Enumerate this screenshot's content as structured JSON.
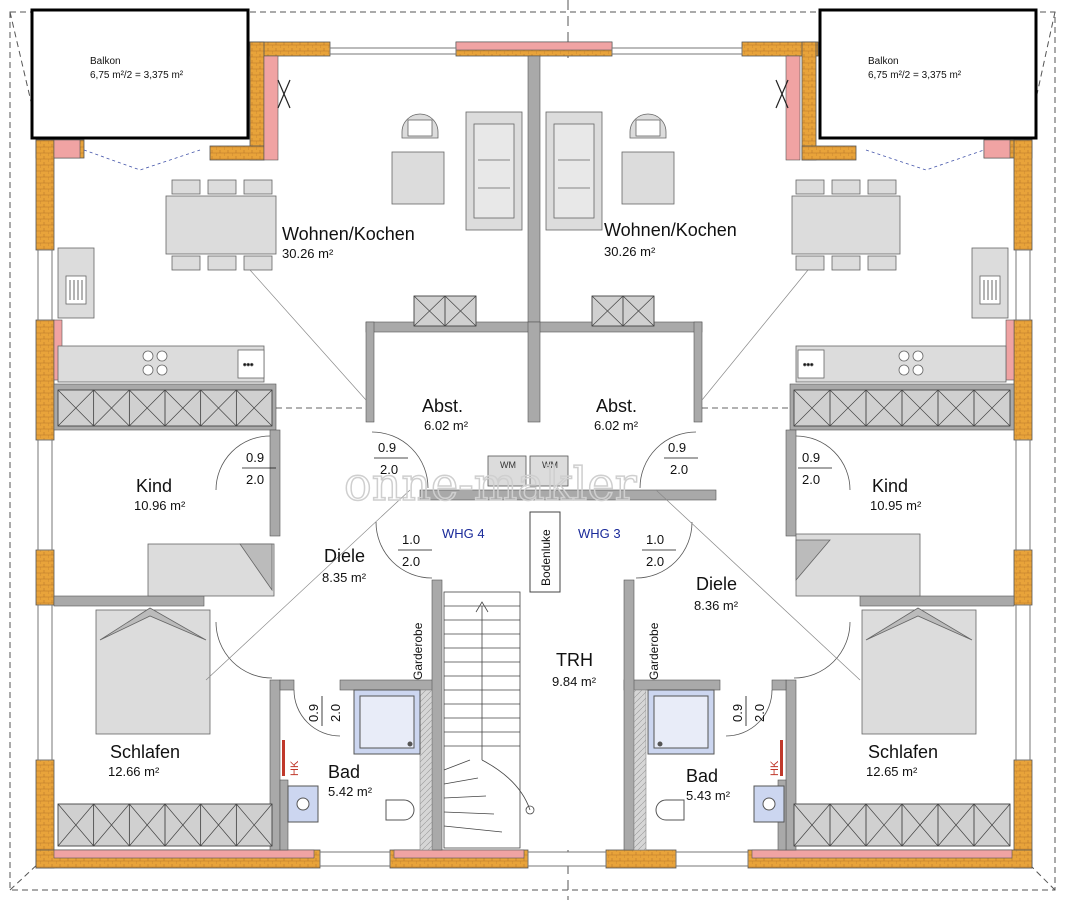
{
  "colors": {
    "brick": "#e8a33a",
    "concrete": "#f0a3a3",
    "wall": "#a9a9a9",
    "furniture": "#dcdcdc",
    "whg_label": "#1a2a9a",
    "hk_label": "#c0392b"
  },
  "balkon": {
    "left": {
      "name": "Balkon",
      "area": "6,75 m²/2 = 3,375 m²"
    },
    "right": {
      "name": "Balkon",
      "area": "6,75 m²/2 = 3,375 m²"
    }
  },
  "rooms": {
    "wohnen_left": {
      "name": "Wohnen/Kochen",
      "area": "30.26 m²"
    },
    "wohnen_right": {
      "name": "Wohnen/Kochen",
      "area": "30.26 m²"
    },
    "abst_left": {
      "name": "Abst.",
      "area": "6.02 m²"
    },
    "abst_right": {
      "name": "Abst.",
      "area": "6.02 m²"
    },
    "kind_left": {
      "name": "Kind",
      "area": "10.96 m²"
    },
    "kind_right": {
      "name": "Kind",
      "area": "10.95 m²"
    },
    "diele_left": {
      "name": "Diele",
      "area": "8.35 m²"
    },
    "diele_right": {
      "name": "Diele",
      "area": "8.36 m²"
    },
    "schlafen_left": {
      "name": "Schlafen",
      "area": "12.66 m²"
    },
    "schlafen_right": {
      "name": "Schlafen",
      "area": "12.65 m²"
    },
    "bad_left": {
      "name": "Bad",
      "area": "5.42 m²"
    },
    "bad_right": {
      "name": "Bad",
      "area": "5.43 m²"
    },
    "trh": {
      "name": "TRH",
      "area": "9.84 m²"
    }
  },
  "doors": {
    "abst_left": {
      "width": "0.9",
      "height": "2.0"
    },
    "abst_right": {
      "width": "0.9",
      "height": "2.0"
    },
    "kind_left": {
      "width": "0.9",
      "height": "2.0"
    },
    "kind_right": {
      "width": "0.9",
      "height": "2.0"
    },
    "entry_left": {
      "width": "1.0",
      "height": "2.0"
    },
    "entry_right": {
      "width": "1.0",
      "height": "2.0"
    },
    "bad_left": {
      "width": "0.9",
      "height": "2.0"
    },
    "bad_right": {
      "width": "0.9",
      "height": "2.0"
    }
  },
  "labels": {
    "whg4": "WHG 4",
    "whg3": "WHG 3",
    "bodenluke": "Bodenluke",
    "garderobe_left": "Garderobe",
    "garderobe_right": "Garderobe",
    "hk_left": "HK",
    "hk_right": "HK",
    "wm_left": "WM",
    "wm_right": "WM",
    "stove_dots_left": "•••",
    "stove_dots_right": "•••"
  },
  "watermark": "onne-makler"
}
